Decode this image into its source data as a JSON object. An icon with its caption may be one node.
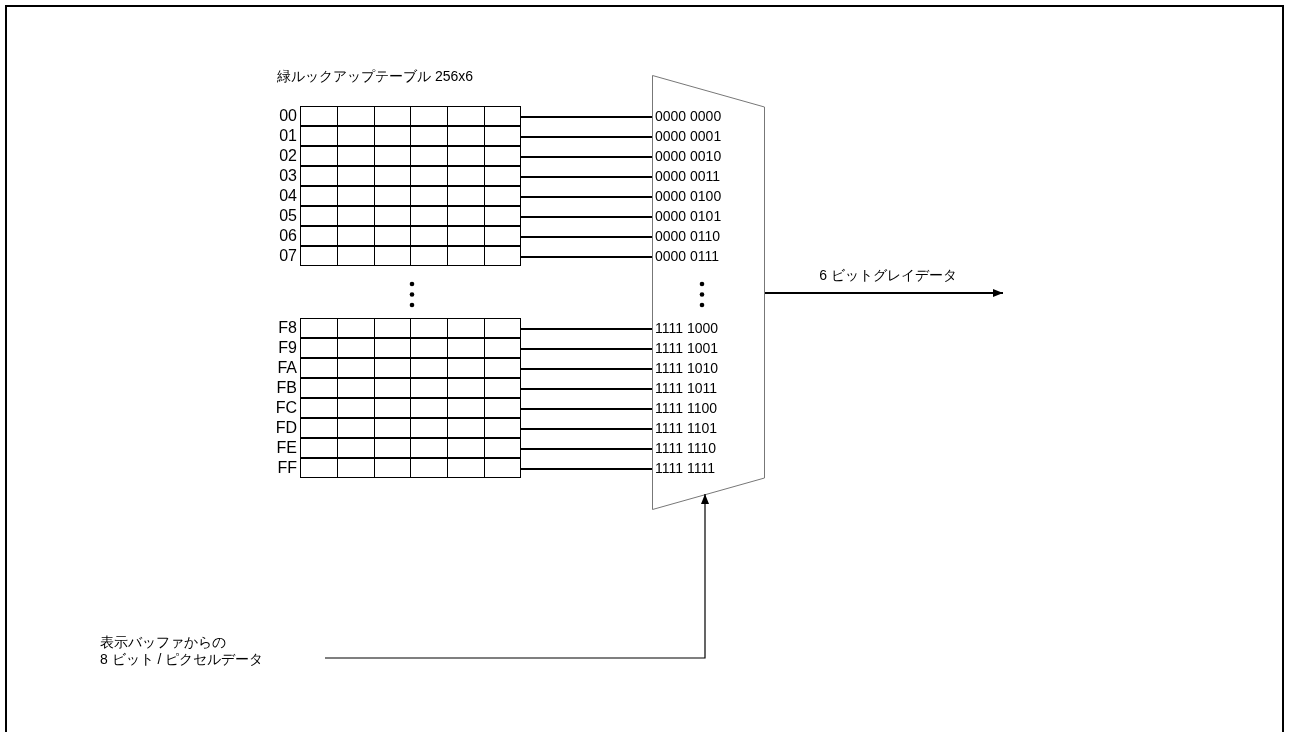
{
  "diagram": {
    "nodes": [
      {
        "text": [
          "緑ルックアップテーブル 256x6"
        ]
      },
      {
        "text": [
          "00"
        ],
        "in": 0
      },
      {
        "text": [
          "01"
        ],
        "in": 0
      },
      {
        "text": [
          "02"
        ],
        "in": 0
      },
      {
        "text": [
          "03"
        ],
        "in": 0
      },
      {
        "text": [
          "04"
        ],
        "in": 0
      },
      {
        "text": [
          "05"
        ],
        "in": 0
      },
      {
        "text": [
          "06"
        ],
        "in": 0
      },
      {
        "text": [
          "07"
        ],
        "in": 0
      },
      {
        "text": [
          "F8"
        ],
        "in": 0
      },
      {
        "text": [
          "F9"
        ],
        "in": 0
      },
      {
        "text": [
          "FA"
        ],
        "in": 0
      },
      {
        "text": [
          "FB"
        ],
        "in": 0
      },
      {
        "text": [
          "FC"
        ],
        "in": 0
      },
      {
        "text": [
          "FD"
        ],
        "in": 0
      },
      {
        "text": [
          "FE"
        ],
        "in": 0
      },
      {
        "text": [
          "FF"
        ],
        "in": 0
      },
      {
        "text": [],
        "shape": "trapezoid"
      },
      {
        "text": [
          "0000 0000"
        ],
        "in": 17
      },
      {
        "text": [
          "0000 0001"
        ],
        "in": 17
      },
      {
        "text": [
          "0000 0010"
        ],
        "in": 17
      },
      {
        "text": [
          "0000 0011"
        ],
        "in": 17
      },
      {
        "text": [
          "0000 0100"
        ],
        "in": 17
      },
      {
        "text": [
          "0000 0101"
        ],
        "in": 17
      },
      {
        "text": [
          "0000 0110"
        ],
        "in": 17
      },
      {
        "text": [
          "0000 0111"
        ],
        "in": 17
      },
      {
        "text": [
          "1111 1000"
        ],
        "in": 17
      },
      {
        "text": [
          "1111 1001"
        ],
        "in": 17
      },
      {
        "text": [
          "1111 1010"
        ],
        "in": 17
      },
      {
        "text": [
          "1111 1011"
        ],
        "in": 17
      },
      {
        "text": [
          "1111 1100"
        ],
        "in": 17
      },
      {
        "text": [
          "1111 1101"
        ],
        "in": 17
      },
      {
        "text": [
          "1111 1110"
        ],
        "in": 17
      },
      {
        "text": [
          "1111 1111"
        ],
        "in": 17
      },
      {
        "text": [
          "表示バッファからの 8 ビット / ピクセルデータ"
        ]
      }
    ],
    "edges": [
      {
        "from": 1,
        "to": 18,
        "arrow": "none"
      },
      {
        "from": 2,
        "to": 19,
        "arrow": "none"
      },
      {
        "from": 3,
        "to": 20,
        "arrow": "none"
      },
      {
        "from": 4,
        "to": 21,
        "arrow": "none"
      },
      {
        "from": 5,
        "to": 22,
        "arrow": "none"
      },
      {
        "from": 6,
        "to": 23,
        "arrow": "none"
      },
      {
        "from": 7,
        "to": 24,
        "arrow": "none"
      },
      {
        "from": 8,
        "to": 25,
        "arrow": "none"
      },
      {
        "from": 9,
        "to": 26,
        "arrow": "none"
      },
      {
        "from": 10,
        "to": 27,
        "arrow": "none"
      },
      {
        "from": 11,
        "to": 28,
        "arrow": "none"
      },
      {
        "from": 12,
        "to": 29,
        "arrow": "none"
      },
      {
        "from": 13,
        "to": 30,
        "arrow": "none"
      },
      {
        "from": 14,
        "to": 31,
        "arrow": "none"
      },
      {
        "from": 15,
        "to": 32,
        "arrow": "none"
      },
      {
        "from": 16,
        "to": 33,
        "arrow": "none"
      },
      {
        "from": 17,
        "to": null,
        "arrow": "to",
        "label": "6 ビットグレイデータ"
      },
      {
        "from": 34,
        "to": 17,
        "arrow": "to"
      }
    ]
  }
}
